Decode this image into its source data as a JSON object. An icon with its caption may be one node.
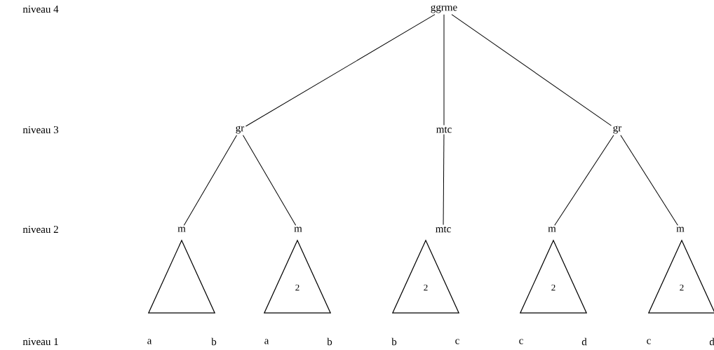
{
  "diagram": {
    "nodes": [
      {
        "text": [
          "ggrme"
        ]
      },
      {
        "text": [
          "gr"
        ]
      },
      {
        "text": [
          "mtc"
        ]
      },
      {
        "text": [
          "gr"
        ]
      },
      {
        "text": [
          "m"
        ]
      },
      {
        "text": [
          "m"
        ]
      },
      {
        "text": [
          "mtc"
        ]
      },
      {
        "text": [
          "m"
        ]
      },
      {
        "text": [
          "m"
        ]
      },
      {
        "text": [],
        "shape": "triangle"
      },
      {
        "text": [
          "2"
        ]
      },
      {
        "text": [
          "2"
        ]
      },
      {
        "text": [
          "2"
        ]
      },
      {
        "text": [
          "2"
        ]
      }
    ],
    "edges": [
      {
        "from": 0,
        "to": 1,
        "arrow": "none"
      },
      {
        "from": 0,
        "to": 2,
        "arrow": "none"
      },
      {
        "from": 0,
        "to": 3,
        "arrow": "none"
      },
      {
        "from": 1,
        "to": 4,
        "arrow": "none"
      },
      {
        "from": 1,
        "to": 5,
        "arrow": "none"
      },
      {
        "from": 2,
        "to": 6,
        "arrow": "none"
      },
      {
        "from": 3,
        "to": 7,
        "arrow": "none"
      },
      {
        "from": 3,
        "to": 8,
        "arrow": "none"
      }
    ],
    "labels": [
      "niveau 4",
      "niveau 3",
      "niveau 2",
      "niveau 1",
      "a",
      "b",
      "a",
      "b",
      "b",
      "c",
      "c",
      "d",
      "c",
      "d"
    ]
  }
}
